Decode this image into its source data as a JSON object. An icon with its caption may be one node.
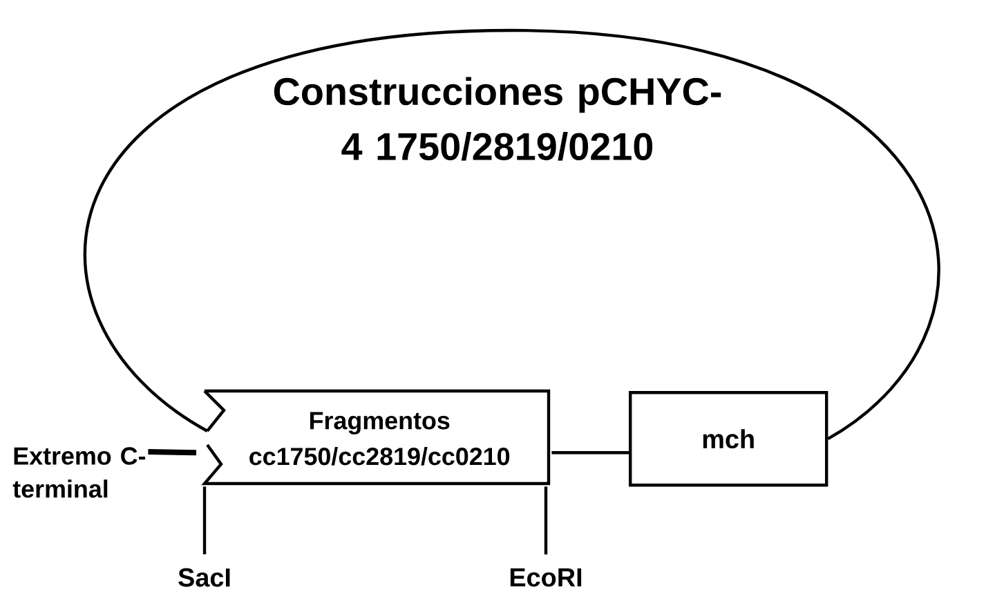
{
  "diagram": {
    "title": "Construcciones pCHYC-4 1750/2819/0210",
    "nodes": [
      {
        "text": [
          "Fragmentos",
          "cc1750/cc2819/cc0210"
        ]
      },
      {
        "text": [
          "mch"
        ]
      },
      {
        "text": [
          "Extremo C-terminal"
        ]
      },
      {
        "text": [
          "SacI"
        ]
      },
      {
        "text": [
          "EcoRI"
        ]
      }
    ],
    "edges": [
      {
        "from": 0,
        "to": 1,
        "arrow": "none"
      },
      {
        "from": 0,
        "to": 1,
        "arrow": "none"
      },
      {
        "from": 2,
        "to": 0,
        "arrow": "none",
        "style": "thick"
      },
      {
        "from": 3,
        "to": 0,
        "arrow": "none"
      },
      {
        "from": 4,
        "to": 0,
        "arrow": "none"
      }
    ]
  }
}
